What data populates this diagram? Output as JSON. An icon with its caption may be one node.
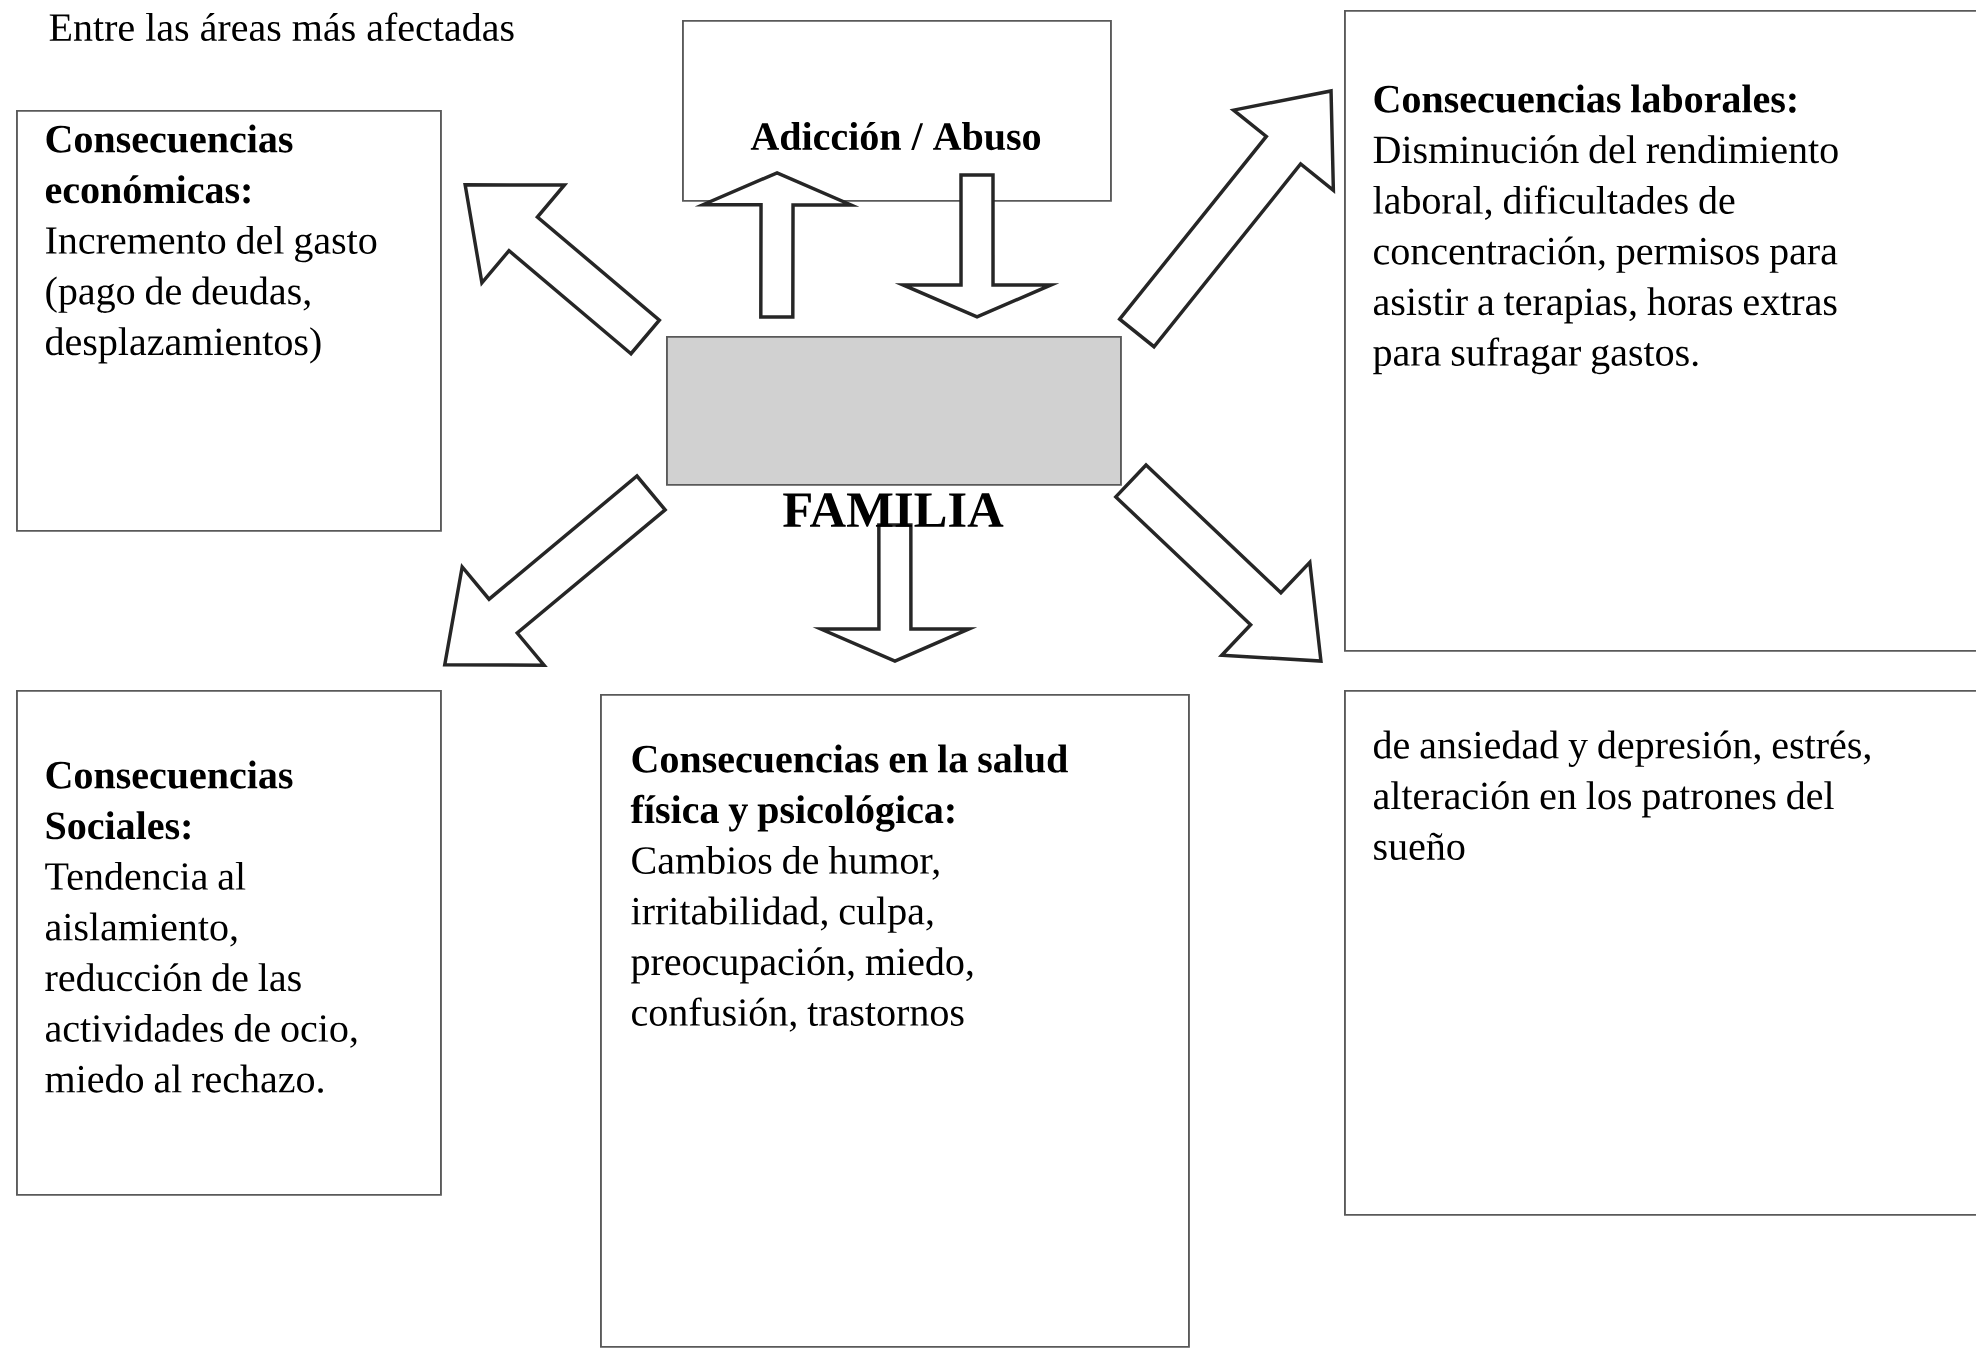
{
  "diagram": {
    "title": "Entre las áreas más afectadas",
    "nodes": [
      {
        "text": [
          "Adicción / Abuso"
        ]
      },
      {
        "text": [
          "FAMILIA"
        ]
      },
      {
        "text": [
          "Consecuencias económicas:",
          "Incremento del gasto (pago de deudas, desplazamientos)"
        ]
      },
      {
        "text": [
          "Consecuencias laborales:",
          "Disminución del rendimiento laboral, dificultades de concentración, permisos para asistir a terapias, horas extras para sufragar gastos."
        ]
      },
      {
        "text": [
          "Consecuencias Sociales:",
          "Tendencia al aislamiento, reducción de las actividades de ocio, miedo al rechazo."
        ]
      },
      {
        "text": [
          "Consecuencias en la salud física y psicológica:",
          "Cambios de humor, irritabilidad, culpa, preocupación, miedo, confusión, trastornos"
        ]
      },
      {
        "text": [
          "de ansiedad y depresión, estrés, alteración en los patrones del sueño"
        ]
      }
    ],
    "edges": [
      {
        "from": 1,
        "to": 0,
        "arrow": "to"
      },
      {
        "from": 0,
        "to": 1,
        "arrow": "to"
      },
      {
        "from": 1,
        "to": 2,
        "arrow": "to"
      },
      {
        "from": 1,
        "to": 3,
        "arrow": "to"
      },
      {
        "from": 1,
        "to": 4,
        "arrow": "to"
      },
      {
        "from": 1,
        "to": 5,
        "arrow": "to"
      },
      {
        "from": 1,
        "to": 6,
        "arrow": "to"
      }
    ]
  }
}
